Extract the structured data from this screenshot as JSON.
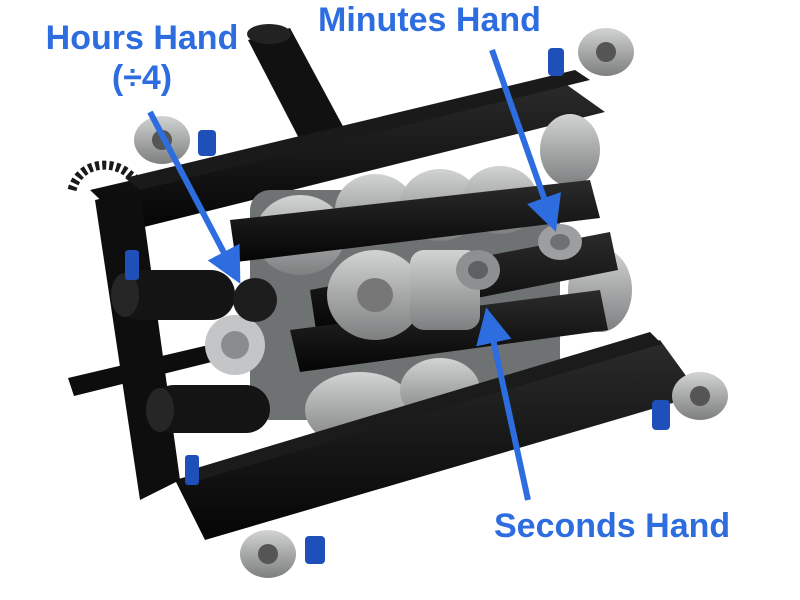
{
  "labels": {
    "hours_line1": "Hours Hand",
    "hours_line2": "(÷4)",
    "minutes": "Minutes Hand",
    "seconds": "Seconds Hand"
  },
  "colors": {
    "label_blue": "#2e6de0",
    "beam_black": "#0e0e0e",
    "gear_gray": "#a9abab",
    "pin_blue": "#1f4fb8"
  }
}
